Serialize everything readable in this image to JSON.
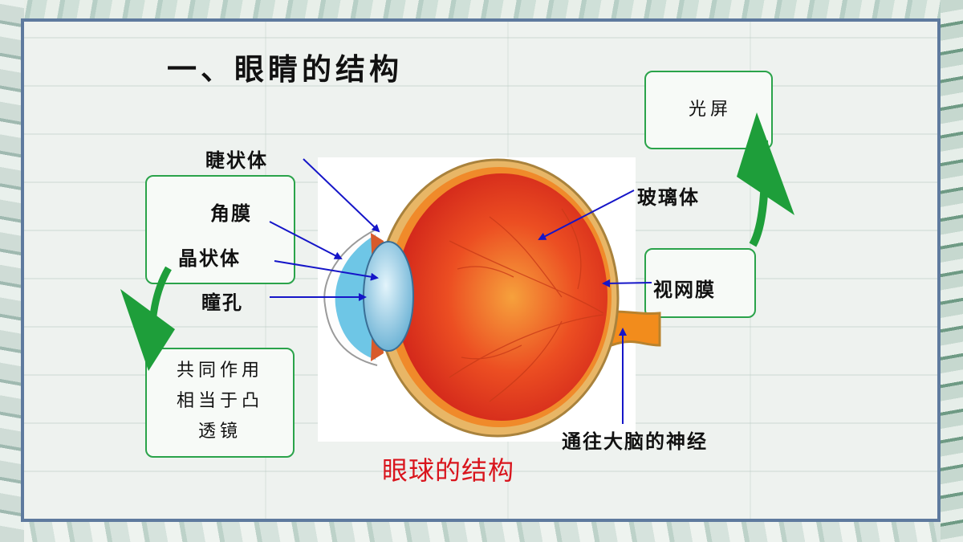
{
  "title": "一、眼睛的结构",
  "labels": {
    "ciliary_body": "睫状体",
    "cornea": "角膜",
    "lens": "晶状体",
    "pupil": "瞳孔",
    "vitreous": "玻璃体",
    "retina": "视网膜",
    "optic_nerve": "通往大脑的神经"
  },
  "boxes": {
    "screen": "光屏",
    "convex_lens": [
      "共同作用",
      "相当于凸",
      "透镜"
    ]
  },
  "caption": "眼球的结构",
  "colors": {
    "arrow_green": "#1e9e3a",
    "pointer_blue": "#1515c8",
    "caption_red": "#d9141c",
    "box_border": "#2aa34a"
  }
}
